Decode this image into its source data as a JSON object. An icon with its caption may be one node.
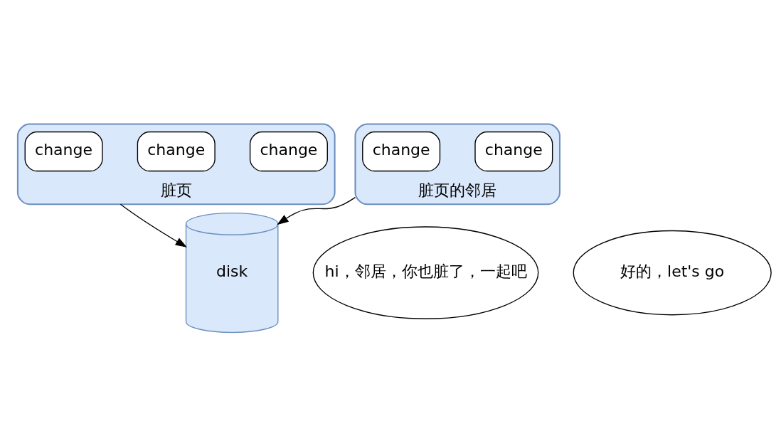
{
  "diagram": {
    "nodes": [
      {
        "text": [
          "脏页"
        ]
      },
      {
        "text": [
          "change"
        ],
        "in": 0
      },
      {
        "text": [
          "change"
        ],
        "in": 0
      },
      {
        "text": [
          "change"
        ],
        "in": 0
      },
      {
        "text": [
          "脏页的邻居"
        ]
      },
      {
        "text": [
          "change"
        ],
        "in": 4
      },
      {
        "text": [
          "change"
        ],
        "in": 4
      },
      {
        "text": [
          "hi，邻居，你也脏了，一起吧"
        ]
      },
      {
        "text": [
          "好的，let's go"
        ]
      },
      {
        "text": [
          "disk"
        ]
      }
    ],
    "edges": [
      {
        "from": 0,
        "to": 9,
        "arrow": "to"
      },
      {
        "from": 4,
        "to": 9,
        "arrow": "to"
      }
    ]
  }
}
